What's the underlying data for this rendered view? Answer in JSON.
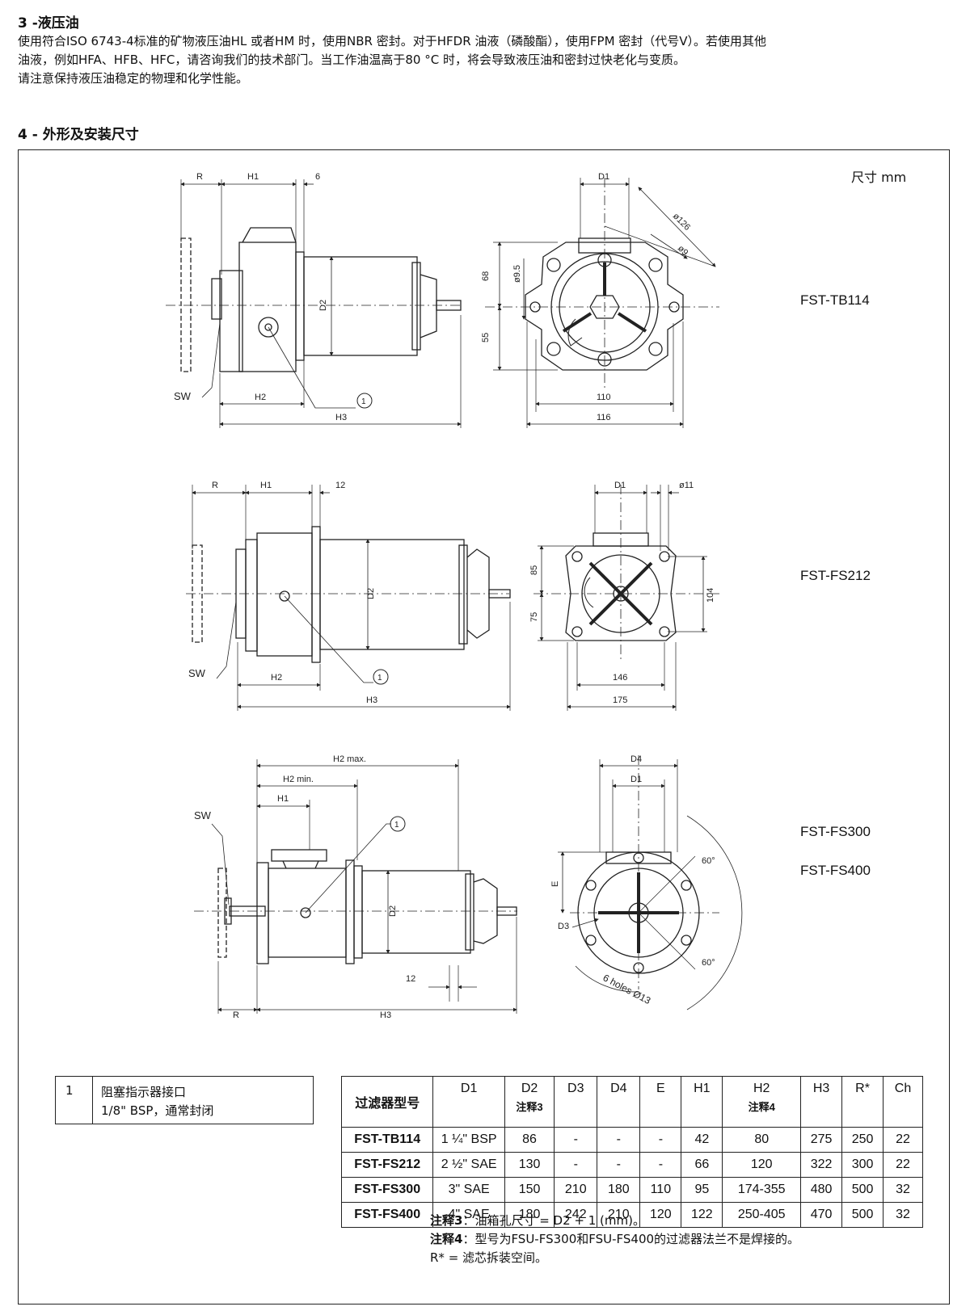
{
  "section3": {
    "heading": "3 -液压油",
    "lines": [
      "使用符合ISO 6743-4标准的矿物液压油HL 或者HM 时，使用NBR 密封。对于HFDR 油液（磷酸酯），使用FPM 密封（代号V）。若使用其他",
      "油液，例如HFA、HFB、HFC，请咨询我们的技术部门。当工作油温高于80 °C 时，将会导致液压油和密封过快老化与变质。",
      "请注意保持液压油稳定的物理和化学性能。"
    ]
  },
  "section4": {
    "heading": "4 - 外形及安装尺寸",
    "units": "尺寸    mm"
  },
  "drawings": {
    "tb114": {
      "model": "FST-TB114",
      "side": {
        "R": "R",
        "H1": "H1",
        "gap": "6",
        "D2": "D2",
        "SW": "SW",
        "H2": "H2",
        "H3": "H3",
        "callout": "1"
      },
      "front": {
        "D1": "D1",
        "dia_outer": "ø126",
        "dia_hole": "ø9",
        "dia_small": "ø9.5",
        "upper": "68",
        "lower": "55",
        "inner": "110",
        "outer": "116"
      }
    },
    "fs212": {
      "model": "FST-FS212",
      "side": {
        "R": "R",
        "H1": "H1",
        "gap": "12",
        "D2": "D2",
        "SW": "SW",
        "H2": "H2",
        "H3": "H3",
        "callout": "1"
      },
      "front": {
        "D1": "D1",
        "dia_hole": "ø11",
        "upper": "85",
        "lower": "75",
        "height": "104",
        "inner": "146",
        "outer": "175"
      }
    },
    "fs300": {
      "model": "FST-FS300",
      "model2": "FST-FS400",
      "side": {
        "H2max": "H2 max.",
        "H2min": "H2 min.",
        "H1": "H1",
        "SW": "SW",
        "D2": "D2",
        "gap": "12",
        "R": "R",
        "H3": "H3",
        "callout": "1"
      },
      "front": {
        "D4": "D4",
        "D1": "D1",
        "E": "E",
        "D3": "D3",
        "angle_top": "60°",
        "angle_bottom": "60°",
        "holes": "6 holes Ø13"
      }
    }
  },
  "legend_box": {
    "number": "1",
    "line1": "阻塞指示器接口",
    "line2": "1/8\" BSP，通常封闭"
  },
  "table": {
    "headers": [
      {
        "label": "过滤器型号",
        "sub": ""
      },
      {
        "label": "D1",
        "sub": ""
      },
      {
        "label": "D2",
        "sub": "注释3"
      },
      {
        "label": "D3",
        "sub": ""
      },
      {
        "label": "D4",
        "sub": ""
      },
      {
        "label": "E",
        "sub": ""
      },
      {
        "label": "H1",
        "sub": ""
      },
      {
        "label": "H2",
        "sub": "注释4"
      },
      {
        "label": "H3",
        "sub": ""
      },
      {
        "label": "R*",
        "sub": ""
      },
      {
        "label": "Ch",
        "sub": ""
      }
    ],
    "rows": [
      [
        "FST-TB114",
        "1 ¼\" BSP",
        "86",
        "-",
        "-",
        "-",
        "42",
        "80",
        "275",
        "250",
        "22"
      ],
      [
        "FST-FS212",
        "2 ½\" SAE",
        "130",
        "-",
        "-",
        "-",
        "66",
        "120",
        "322",
        "300",
        "22"
      ],
      [
        "FST-FS300",
        "3\" SAE",
        "150",
        "210",
        "180",
        "110",
        "95",
        "174-355",
        "480",
        "500",
        "32"
      ],
      [
        "FST-FS400",
        "4\" SAE",
        "180",
        "242",
        "210",
        "120",
        "122",
        "250-405",
        "470",
        "500",
        "32"
      ]
    ]
  },
  "notes": {
    "note3_label": "注释3",
    "note3_text": "：油箱孔尺寸 = D2 + 1 (mm)。",
    "note4_label": "注释4",
    "note4_text": "：型号为FSU-FS300和FSU-FS400的过滤器法兰不是焊接的。",
    "rstar": "R* = 滤芯拆装空间。"
  }
}
